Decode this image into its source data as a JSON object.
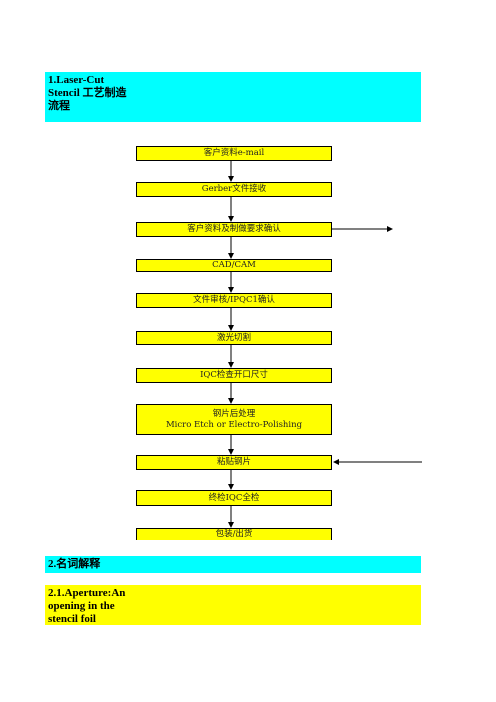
{
  "section1": {
    "line1": "1.Laser-Cut",
    "line2": "Stencil  工艺制造",
    "line3": "流程"
  },
  "flow": {
    "steps": [
      "客户资料e-mail",
      "Gerber文件接收",
      "客户资料及制做要求确认",
      "CAD/CAM",
      "文件审核/IPQC1确认",
      "激光切割",
      "IQC检查开口尺寸",
      "钢片后处理",
      "Micro Etch or Electro-Polishing",
      "粘贴钢片",
      "终检IQC全检",
      "包装/出货"
    ]
  },
  "section2": {
    "title": "2.名词解释"
  },
  "section21": {
    "line1": "2.1.Aperture:An",
    "line2": "opening in the",
    "line3": "stencil foil"
  },
  "colors": {
    "header_bg": "#00ffff",
    "box_bg": "#ffff00"
  }
}
